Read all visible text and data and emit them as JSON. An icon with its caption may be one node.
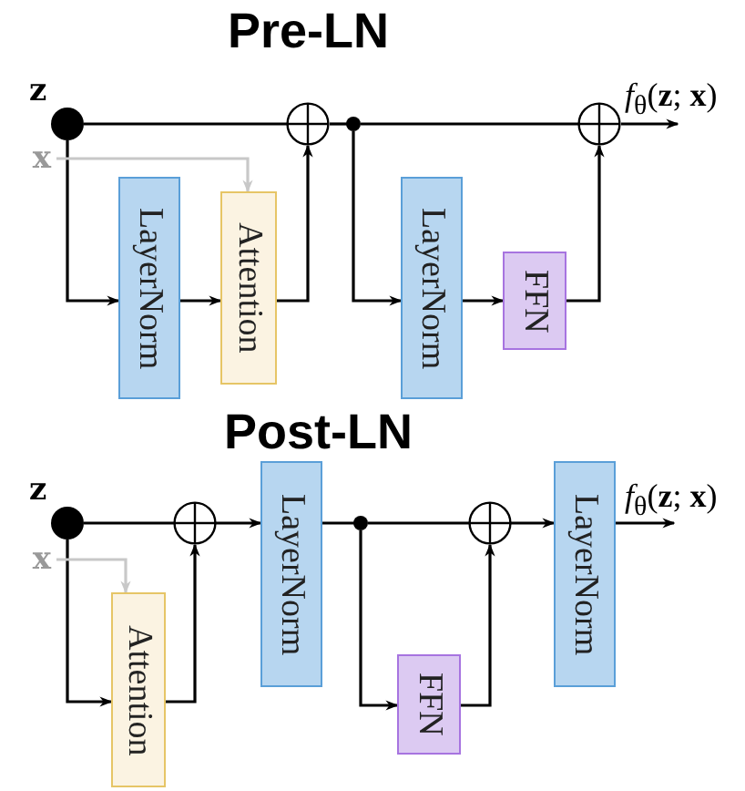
{
  "diagram": {
    "nodes": [
      {
        "text": [],
        "shape": "circle",
        "beside": [
          "z"
        ]
      },
      {
        "text": [
          "x"
        ]
      },
      {
        "text": [
          "LayerNorm"
        ]
      },
      {
        "text": [
          "Attention"
        ]
      },
      {
        "text": [],
        "shape": "circle"
      },
      {
        "text": [],
        "shape": "circle"
      },
      {
        "text": [
          "LayerNorm"
        ]
      },
      {
        "text": [
          "FFN"
        ]
      },
      {
        "text": [],
        "shape": "circle"
      },
      {
        "text": [],
        "shape": "circle",
        "beside": [
          "z"
        ]
      },
      {
        "text": [
          "x"
        ]
      },
      {
        "text": [
          "Attention"
        ]
      },
      {
        "text": [],
        "shape": "circle"
      },
      {
        "text": [
          "LayerNorm"
        ]
      },
      {
        "text": [],
        "shape": "circle"
      },
      {
        "text": [
          "FFN"
        ]
      },
      {
        "text": [],
        "shape": "circle"
      },
      {
        "text": [
          "LayerNorm"
        ]
      }
    ],
    "edges": [
      {
        "from": 0,
        "to": 4,
        "arrow": "to"
      },
      {
        "from": 0,
        "to": 2,
        "arrow": "to"
      },
      {
        "from": 1,
        "to": 3,
        "arrow": "to",
        "color": "#c8c8c8"
      },
      {
        "from": 2,
        "to": 3,
        "arrow": "to"
      },
      {
        "from": 3,
        "to": 4,
        "arrow": "to"
      },
      {
        "from": 4,
        "to": 5,
        "arrow": "none"
      },
      {
        "from": 5,
        "to": 8,
        "arrow": "to"
      },
      {
        "from": 5,
        "to": 6,
        "arrow": "to"
      },
      {
        "from": 6,
        "to": 7,
        "arrow": "to"
      },
      {
        "from": 7,
        "to": 8,
        "arrow": "to"
      },
      {
        "from": 8,
        "to": null,
        "arrow": "to",
        "label": "*f*$_{θ}$(**z**; **x**)"
      },
      {
        "from": 9,
        "to": 12,
        "arrow": "to"
      },
      {
        "from": 9,
        "to": 11,
        "arrow": "to"
      },
      {
        "from": 10,
        "to": 11,
        "arrow": "to",
        "color": "#c8c8c8"
      },
      {
        "from": 11,
        "to": 12,
        "arrow": "to"
      },
      {
        "from": 12,
        "to": 13,
        "arrow": "to"
      },
      {
        "from": 13,
        "to": 14,
        "arrow": "none"
      },
      {
        "from": 14,
        "to": 16,
        "arrow": "to"
      },
      {
        "from": 14,
        "to": 15,
        "arrow": "to"
      },
      {
        "from": 15,
        "to": 16,
        "arrow": "to"
      },
      {
        "from": 16,
        "to": 17,
        "arrow": "to"
      },
      {
        "from": 17,
        "to": null,
        "arrow": "to",
        "label": "*f*$_{θ}$(**z**; **x**)"
      }
    ],
    "labels": [
      "Pre-LN",
      "Post-LN"
    ]
  }
}
